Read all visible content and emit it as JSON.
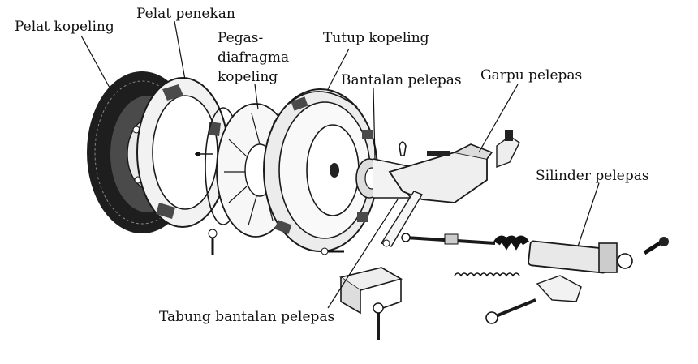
{
  "labels": {
    "pelat_kopeling": "Pelat kopeling",
    "pelat_penekan": "Pelat penekan",
    "pegas_line1": "Pegas-",
    "pegas_line2": "diafragma",
    "pegas_line3": "kopeling",
    "tutup_kopeling": "Tutup kopeling",
    "bantalan_pelepas": "Bantalan pelepas",
    "garpu_pelepas": "Garpu pelepas",
    "silinder_pelepas": "Silinder pelepas",
    "tabung_bantalan_pelepas": "Tabung bantalan pelepas"
  },
  "icons": {
    "clutch_disc": "clutch-disc-icon",
    "pressure_plate": "pressure-plate-icon",
    "diaphragm_spring": "diaphragm-spring-icon",
    "clutch_cover": "clutch-cover-icon",
    "release_bearing": "release-bearing-icon",
    "release_fork": "release-fork-icon",
    "release_cylinder": "release-cylinder-icon",
    "bearing_sleeve": "bearing-sleeve-icon"
  },
  "colors": {
    "ink": "#1a1a1a",
    "background": "#ffffff"
  }
}
